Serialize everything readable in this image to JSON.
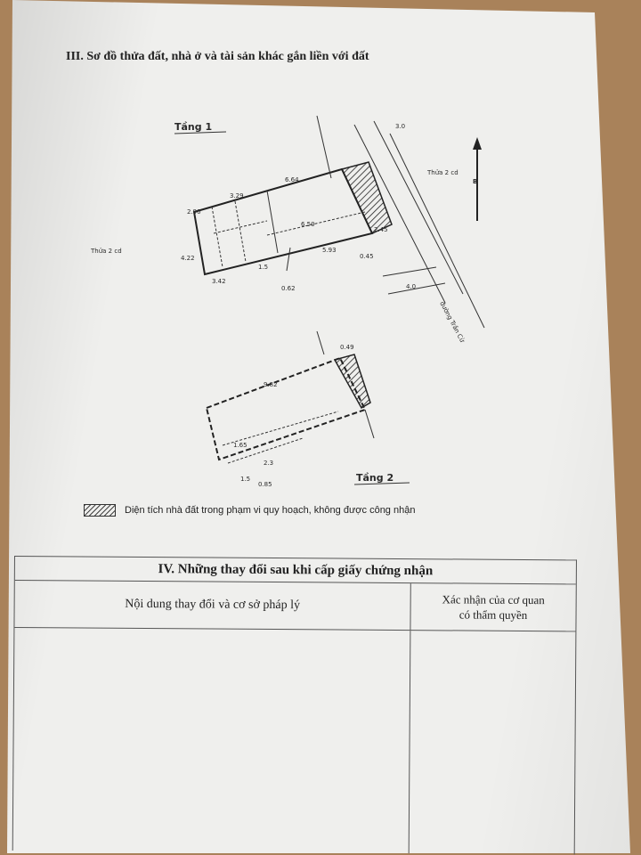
{
  "section3": {
    "heading": "III. Sơ đồ thửa đất, nhà ở và tài sản khác gắn liền với đất"
  },
  "sketch": {
    "floor1_label": "Tầng 1",
    "floor2_label": "Tầng 2",
    "f1_dims": [
      "2.90",
      "3.29",
      "6.64",
      "6.50",
      "5.93",
      "2.45",
      "3.42",
      "1.5",
      "0.62",
      "4.22",
      "3.0",
      "4.0",
      "0.45"
    ],
    "f2_dims": [
      "9.82",
      "0.49",
      "1.65",
      "2.3",
      "0.85",
      "1.5"
    ],
    "neighbor_labels": [
      "Thửa 2 cd",
      "Thửa 2 cd"
    ],
    "road_label": "đường Trần Cừ",
    "north_label": "B"
  },
  "legend": {
    "text": "Diện tích nhà đất trong phạm vi quy hoạch, không được công nhận"
  },
  "section4": {
    "title": "IV. Những thay đổi sau khi cấp giấy chứng nhận",
    "col1_header": "Nội dung thay đổi và cơ sở pháp lý",
    "col2_header_line1": "Xác nhận của cơ quan",
    "col2_header_line2": "có thẩm quyền"
  }
}
